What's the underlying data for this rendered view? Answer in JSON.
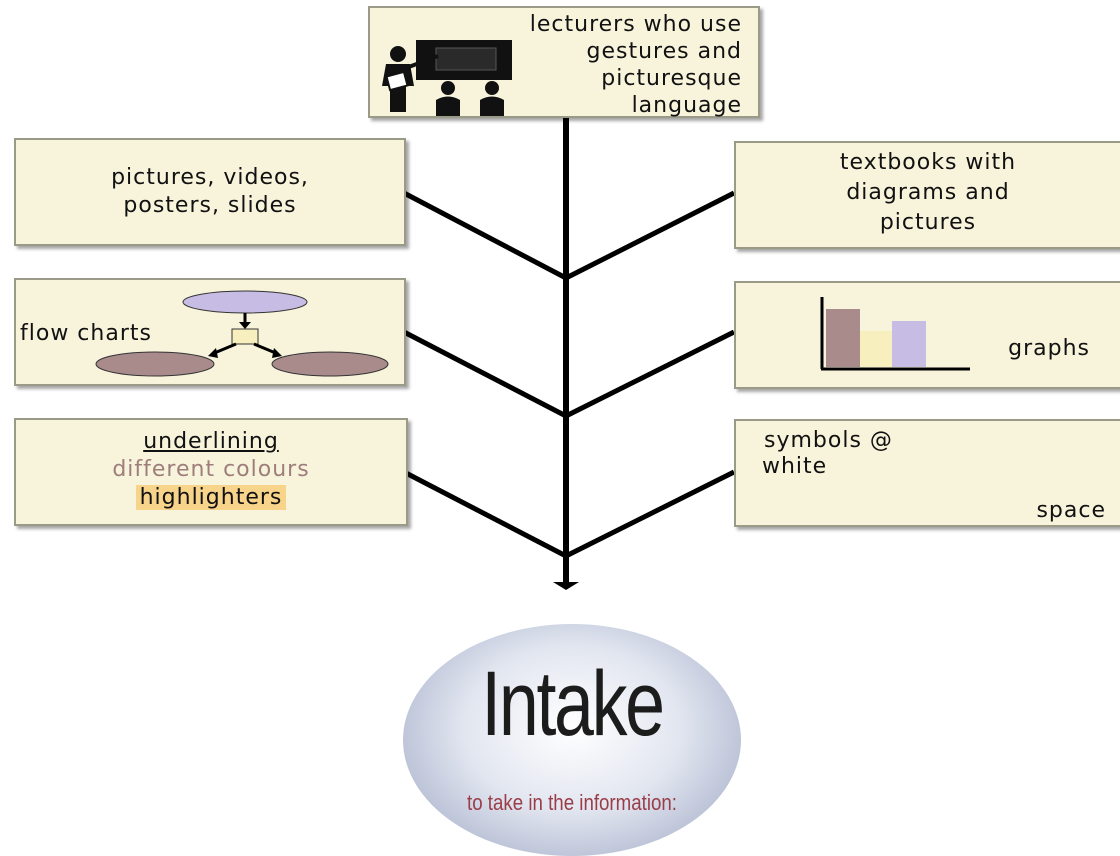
{
  "top_box": {
    "lines": [
      "lecturers who use",
      "gestures and",
      "picturesque",
      "language"
    ]
  },
  "left_boxes": {
    "pictures": [
      "pictures, videos,",
      "posters, slides"
    ],
    "flow_charts": "flow charts",
    "emphasis": {
      "underlining": "underlining",
      "colours": "different colours",
      "highlighters": "highlighters"
    }
  },
  "right_boxes": {
    "textbooks": [
      "textbooks with",
      "diagrams and",
      "pictures"
    ],
    "graphs": "graphs",
    "symbols": [
      "symbols @",
      "white",
      "space"
    ]
  },
  "intake": {
    "title": "Intake",
    "subtitle": "to take in the information:"
  },
  "colors": {
    "box_fill": "#f8f4dc",
    "flow_top_ellipse": "#c7bde4",
    "flow_bottom_ellipse": "#a88b8a",
    "bar_1": "#a88b8a",
    "bar_2": "#f7efbd",
    "bar_3": "#c7bde4",
    "highlight": "#f7d48a",
    "intake_subtitle": "#9a3d48"
  }
}
